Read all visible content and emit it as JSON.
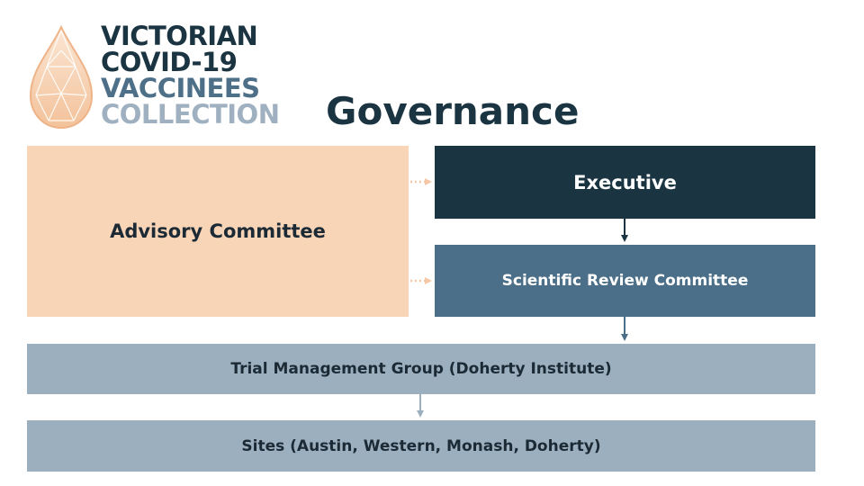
{
  "logo": {
    "lines": [
      "VICTORIAN",
      "COVID-19",
      "VACCINEES",
      "COLLECTION"
    ],
    "line_colors": [
      "#1b3442",
      "#1b3442",
      "#4d6f88",
      "#9fb1c0"
    ],
    "icon": "geodesic-droplet-icon",
    "icon_color": "#f0b98a"
  },
  "page_title": "Governance",
  "colors": {
    "title": "#1b3442",
    "advisory_bg": "#f9d5b8",
    "executive_bg": "#1b3442",
    "scientific_bg": "#4b6f88",
    "light_bg": "#9bafbf",
    "dark_text": "#1b2a35",
    "light_text": "#ffffff",
    "dotted_arrow": "#f5c7a6",
    "arrow_dark": "#1b3442",
    "arrow_mid": "#4b6f88",
    "arrow_light": "#9bafbf"
  },
  "boxes": {
    "advisory": "Advisory Committee",
    "executive": "Executive",
    "scientific": "Scientific Review Committee",
    "tmg": "Trial Management Group (Doherty Institute)",
    "sites": "Sites (Austin, Western, Monash, Doherty)"
  }
}
